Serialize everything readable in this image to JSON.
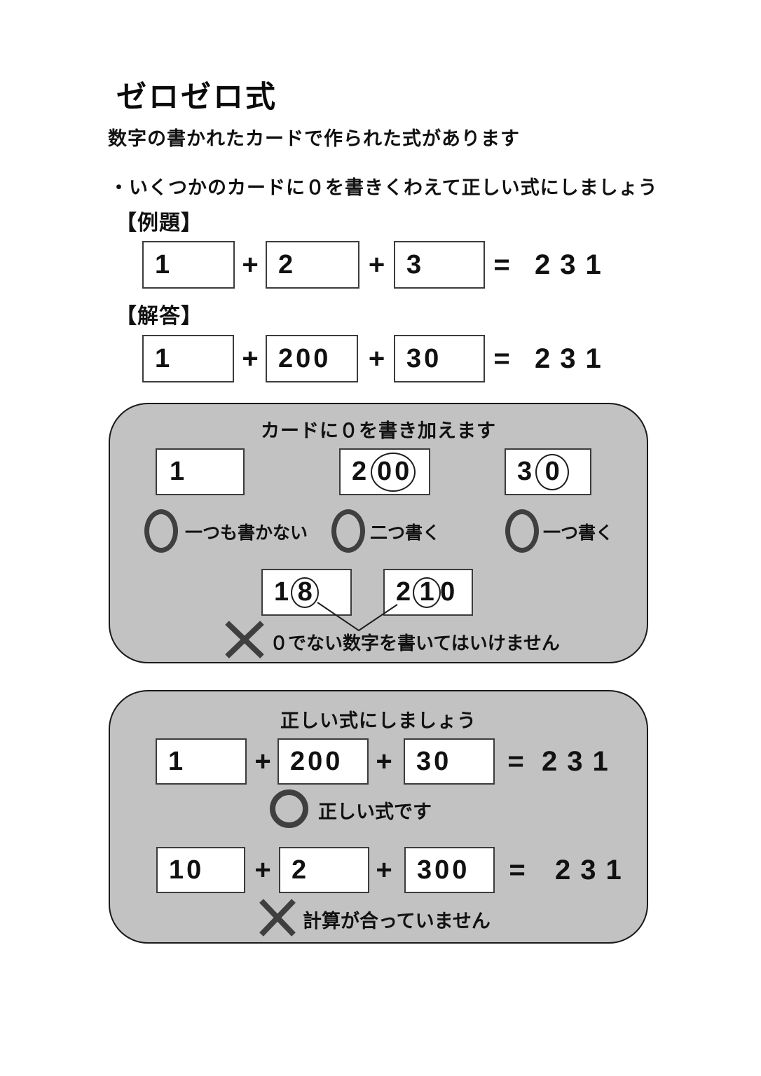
{
  "colors": {
    "panel_gray": "#c2c2c2",
    "mark_gray": "#3f3f3f",
    "card_border": "#3c3c3c",
    "ink": "#111111"
  },
  "title": "ゼロゼロ式",
  "intro": "数字の書かれたカードで作られた式があります",
  "instruction": "・いくつかのカードに０を書きくわえて正しい式にしましょう",
  "symbols": {
    "plus": "+",
    "equals": "="
  },
  "example": {
    "heading": "【例題】",
    "cards": [
      "1",
      "2",
      "3"
    ],
    "result": "231"
  },
  "answer": {
    "heading": "【解答】",
    "cards": [
      "1",
      "200",
      "30"
    ],
    "result": "231"
  },
  "panel_add_zeros": {
    "title": "カードに０を書き加えます",
    "cards": [
      {
        "prefix": "1",
        "circled": "",
        "suffix": ""
      },
      {
        "prefix": "2",
        "circled": "00",
        "suffix": ""
      },
      {
        "prefix": "3",
        "circled": "0",
        "suffix": ""
      }
    ],
    "legend": [
      {
        "label": "一つも書かない"
      },
      {
        "label": "二つ書く"
      },
      {
        "label": "一つ書く"
      }
    ],
    "bad_cards": [
      {
        "prefix": "1",
        "circled": "8",
        "suffix": ""
      },
      {
        "prefix": "2",
        "circled": "1",
        "suffix": "0"
      }
    ],
    "warning": "０でない数字を書いてはいけません"
  },
  "panel_correct": {
    "title": "正しい式にしましょう",
    "row1": {
      "cards": [
        "1",
        "200",
        "30"
      ],
      "result": "231",
      "verdict": "正しい式です"
    },
    "row2": {
      "cards": [
        "10",
        "2",
        "300"
      ],
      "result": "231",
      "verdict": "計算が合っていません"
    }
  }
}
